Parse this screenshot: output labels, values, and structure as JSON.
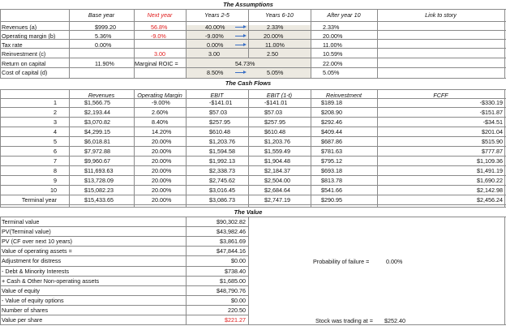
{
  "assumptions": {
    "title": "The Assumptions",
    "headers": {
      "base": "Base year",
      "next": "Next year",
      "y2_5": "Years 2-5",
      "y6_10": "Years 6-10",
      "after": "After year 10",
      "story": "Link to story"
    },
    "rows": [
      {
        "label": "Revenues (a)",
        "base": "$999.20",
        "next": "56.8%",
        "y2_5": "40.00%",
        "y6_10": "2.33%",
        "after": "2.33%"
      },
      {
        "label": "Operating margin (b)",
        "base": "5.36%",
        "next": "-9.0%",
        "y2_5": "-9.00%",
        "y6_10": "20.00%",
        "after": "20.00%"
      },
      {
        "label": "Tax rate",
        "base": "0.00%",
        "next": "",
        "y2_5": "0.00%",
        "y6_10": "11.00%",
        "after": "11.00%"
      },
      {
        "label": "Reinvestment (c)",
        "base": "",
        "next": "3.00",
        "y2_5": "3.00",
        "y6_10": "2.50",
        "after": "10.59%"
      },
      {
        "label": "Return on capital",
        "base": "11.90%",
        "next": "Marginal ROIC =",
        "y2_5": "54.73%",
        "y6_10": "",
        "after": "22.00%"
      },
      {
        "label": "Cost of capital (d)",
        "base": "",
        "next": "",
        "y2_5": "8.50%",
        "y6_10": "5.05%",
        "after": "5.05%"
      }
    ]
  },
  "cashflows": {
    "title": "The Cash Flows",
    "headers": [
      "Revenues",
      "Operating Margin",
      "EBIT",
      "EBIT (1-t)",
      "Reinvestment",
      "FCFF"
    ],
    "rows": [
      {
        "year": "1",
        "rev": "$1,566.75",
        "om": "-9.00%",
        "ebit": "-$141.01",
        "ebitt": "-$141.01",
        "reinv": "$189.18",
        "fcff": "-$330.19"
      },
      {
        "year": "2",
        "rev": "$2,193.44",
        "om": "2.60%",
        "ebit": "$57.03",
        "ebitt": "$57.03",
        "reinv": "$208.90",
        "fcff": "-$151.87"
      },
      {
        "year": "3",
        "rev": "$3,070.82",
        "om": "8.40%",
        "ebit": "$257.95",
        "ebitt": "$257.95",
        "reinv": "$292.46",
        "fcff": "-$34.51"
      },
      {
        "year": "4",
        "rev": "$4,299.15",
        "om": "14.20%",
        "ebit": "$610.48",
        "ebitt": "$610.48",
        "reinv": "$409.44",
        "fcff": "$201.04"
      },
      {
        "year": "5",
        "rev": "$6,018.81",
        "om": "20.00%",
        "ebit": "$1,203.76",
        "ebitt": "$1,203.76",
        "reinv": "$687.86",
        "fcff": "$515.90"
      },
      {
        "year": "6",
        "rev": "$7,972.88",
        "om": "20.00%",
        "ebit": "$1,594.58",
        "ebitt": "$1,559.49",
        "reinv": "$781.63",
        "fcff": "$777.87"
      },
      {
        "year": "7",
        "rev": "$9,960.67",
        "om": "20.00%",
        "ebit": "$1,992.13",
        "ebitt": "$1,904.48",
        "reinv": "$795.12",
        "fcff": "$1,109.36"
      },
      {
        "year": "8",
        "rev": "$11,693.63",
        "om": "20.00%",
        "ebit": "$2,338.73",
        "ebitt": "$2,184.37",
        "reinv": "$693.18",
        "fcff": "$1,491.19"
      },
      {
        "year": "9",
        "rev": "$13,728.09",
        "om": "20.00%",
        "ebit": "$2,745.62",
        "ebitt": "$2,504.00",
        "reinv": "$813.78",
        "fcff": "$1,690.22"
      },
      {
        "year": "10",
        "rev": "$15,082.23",
        "om": "20.00%",
        "ebit": "$3,016.45",
        "ebitt": "$2,684.64",
        "reinv": "$541.66",
        "fcff": "$2,142.98"
      },
      {
        "year": "Terminal year",
        "rev": "$15,433.65",
        "om": "20.00%",
        "ebit": "$3,086.73",
        "ebitt": "$2,747.19",
        "reinv": "$290.95",
        "fcff": "$2,456.24"
      }
    ]
  },
  "value": {
    "title": "The Value",
    "rows": [
      {
        "label": "Terminal value",
        "val": "$90,302.82"
      },
      {
        "label": "PV(Terminal value)",
        "val": "$43,982.46"
      },
      {
        "label": "PV (CF over next 10 years)",
        "val": "$3,861.69"
      },
      {
        "label": "Value of operating assets =",
        "val": "$47,844.16"
      },
      {
        "label": "Adjustment for distress",
        "val": "$0.00"
      },
      {
        "label": "- Debt & Minority Interests",
        "val": "$738.40"
      },
      {
        "label": "+ Cash & Other Non-operating assets",
        "val": "$1,685.00"
      },
      {
        "label": "Value of equity",
        "val": "$48,790.76"
      },
      {
        "label": "- Value of equity options",
        "val": "$0.00"
      },
      {
        "label": "Number of shares",
        "val": "220.50"
      },
      {
        "label": "Value per share",
        "val": "$221.27"
      }
    ],
    "prob_failure_label": "Probability of failure =",
    "prob_failure_value": "0.00%",
    "stock_trading_label": "Stock was trading at =",
    "stock_trading_value": "$252.40"
  },
  "colors": {
    "highlight_red": "#e01b1b",
    "arrow_blue": "#3a6fc4",
    "shade": "#ece9e1"
  }
}
